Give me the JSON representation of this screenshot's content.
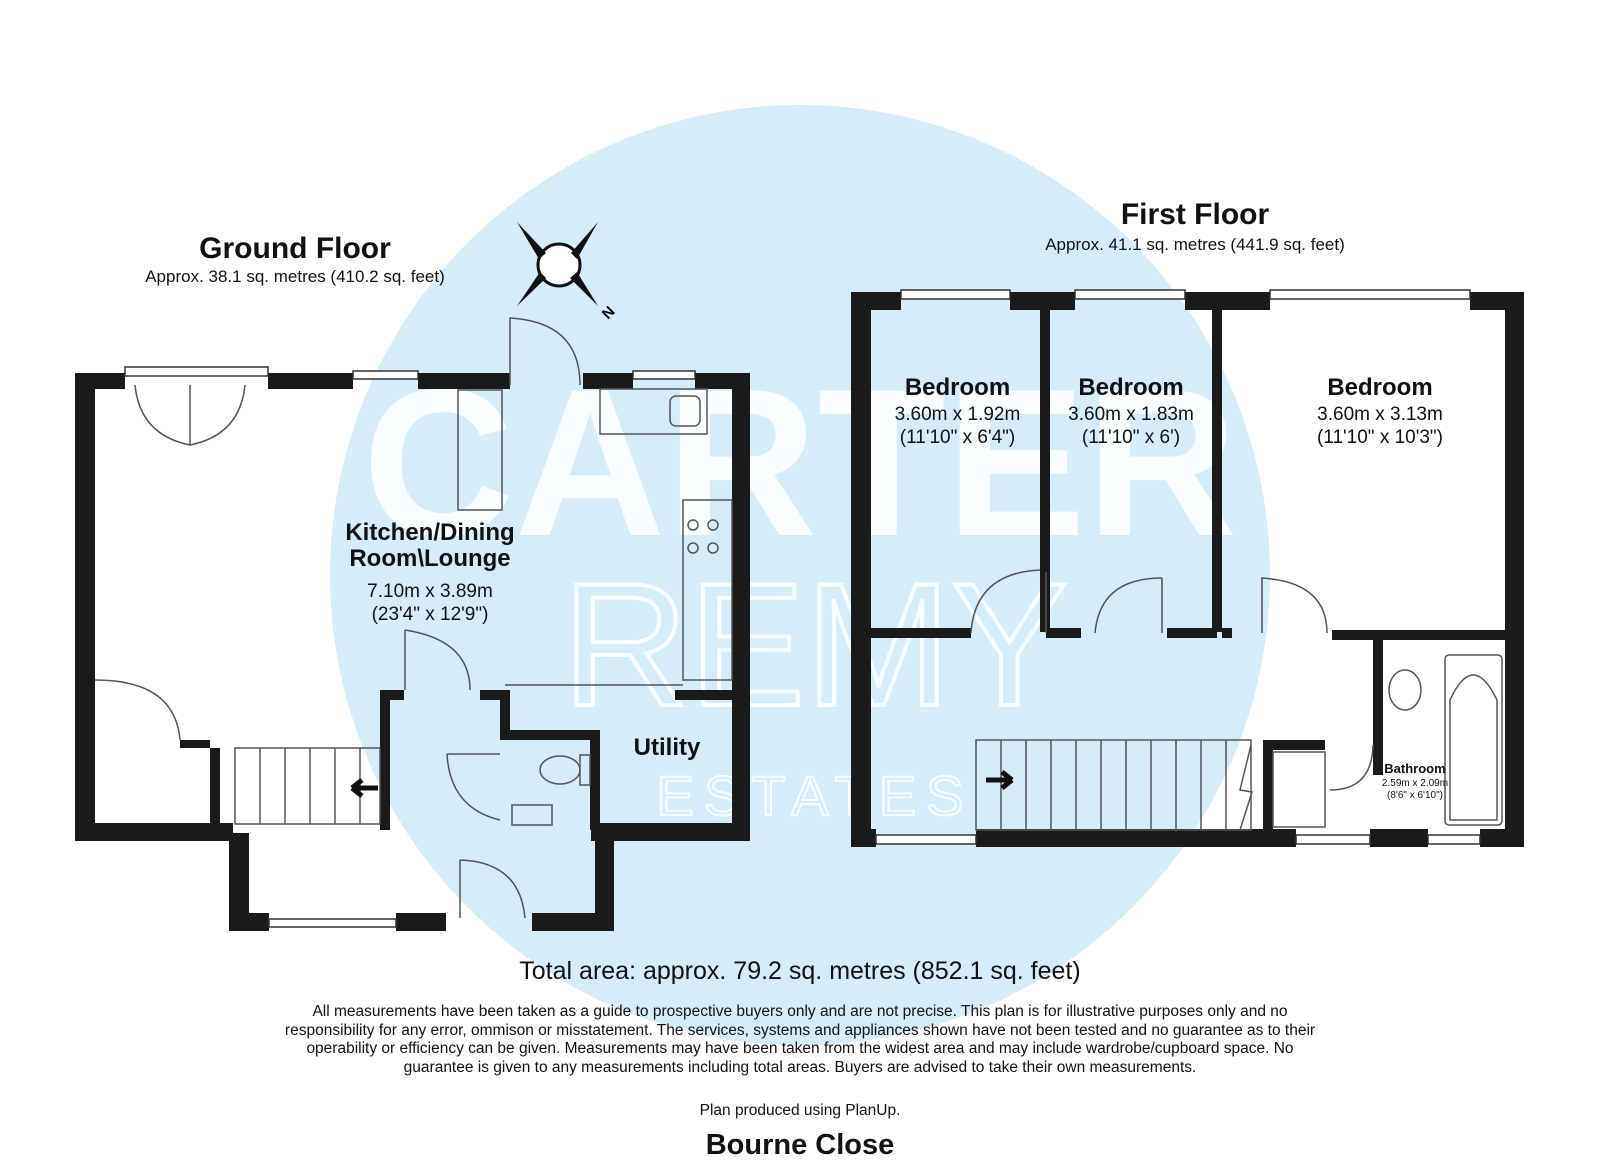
{
  "watermark": {
    "line1": "CARTER",
    "line2": "REMY",
    "line3": "ESTATES",
    "color": "#d6ecf8"
  },
  "compass_label": "N",
  "ground_floor": {
    "title": "Ground Floor",
    "area": "Approx. 38.1 sq. metres (410.2 sq. feet)",
    "rooms": [
      {
        "name": "Kitchen/Dining Room\\Lounge",
        "metric": "7.10m x 3.89m",
        "imperial": "(23'4\" x 12'9\")"
      },
      {
        "name": "Utility"
      }
    ]
  },
  "first_floor": {
    "title": "First Floor",
    "area": "Approx. 41.1 sq. metres (441.9 sq. feet)",
    "rooms": [
      {
        "name": "Bedroom",
        "metric": "3.60m x 1.92m",
        "imperial": "(11'10\" x 6'4\")"
      },
      {
        "name": "Bedroom",
        "metric": "3.60m x 1.83m",
        "imperial": "(11'10\" x 6')"
      },
      {
        "name": "Bedroom",
        "metric": "3.60m x 3.13m",
        "imperial": "(11'10\" x 10'3\")"
      },
      {
        "name": "Bathroom",
        "metric": "2.59m x 2.09m",
        "imperial": "(8'6\" x 6'10\")"
      }
    ]
  },
  "total_area": "Total area: approx. 79.2 sq. metres (852.1 sq. feet)",
  "disclaimer": "All measurements have been taken as a guide to prospective buyers only and are not precise. This plan is for illustrative purposes only and no responsibility for any error, ommison or misstatement. The services, systems and appliances shown have not been tested and no guarantee as to their operability or efficiency can be given. Measurements may have been taken from the widest area and may include wardrobe/cupboard space. No guarantee is given to any measurements including total areas. Buyers are advised to take their own measurements.",
  "produced_by": "Plan produced using PlanUp.",
  "property_name": "Bourne Close",
  "colors": {
    "wall": "#1a1a1a",
    "fixture": "#555555",
    "background": "#ffffff"
  }
}
